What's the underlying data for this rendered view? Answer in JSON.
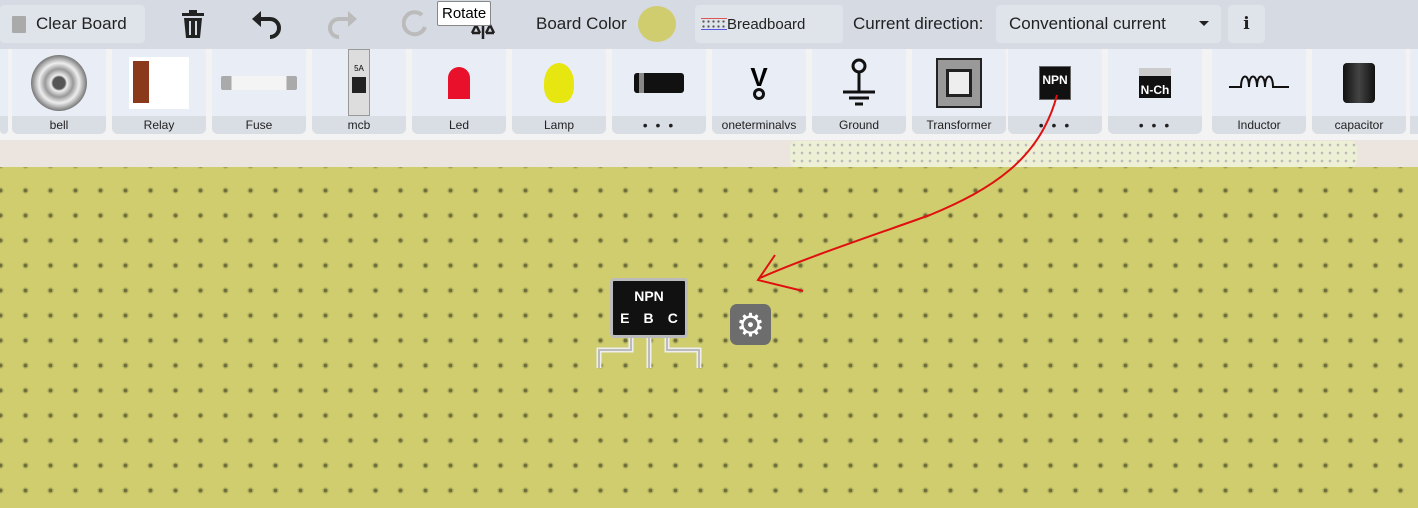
{
  "toolbar": {
    "clear_board": "Clear Board",
    "tooltip": "Rotate",
    "board_color_label": "Board Color",
    "board_color": "#cfcd6d",
    "breadboard": "Breadboard",
    "current_direction_label": "Current direction:",
    "current_direction_value": "Conventional current",
    "info": "i"
  },
  "components": [
    {
      "label": "bell"
    },
    {
      "label": "Relay"
    },
    {
      "label": "Fuse"
    },
    {
      "label": "mcb",
      "text": "5A"
    },
    {
      "label": "Led"
    },
    {
      "label": "Lamp"
    },
    {
      "label": "• • •"
    },
    {
      "label": "oneterminalvs"
    },
    {
      "label": "Ground"
    },
    {
      "label": "Transformer"
    },
    {
      "label": "• • •",
      "text": "NPN"
    },
    {
      "label": "• • •",
      "text": "N-Ch"
    },
    {
      "label": "Inductor"
    },
    {
      "label": "capacitor"
    }
  ],
  "placed": {
    "title": "NPN",
    "pins": [
      "E",
      "B",
      "C"
    ]
  }
}
